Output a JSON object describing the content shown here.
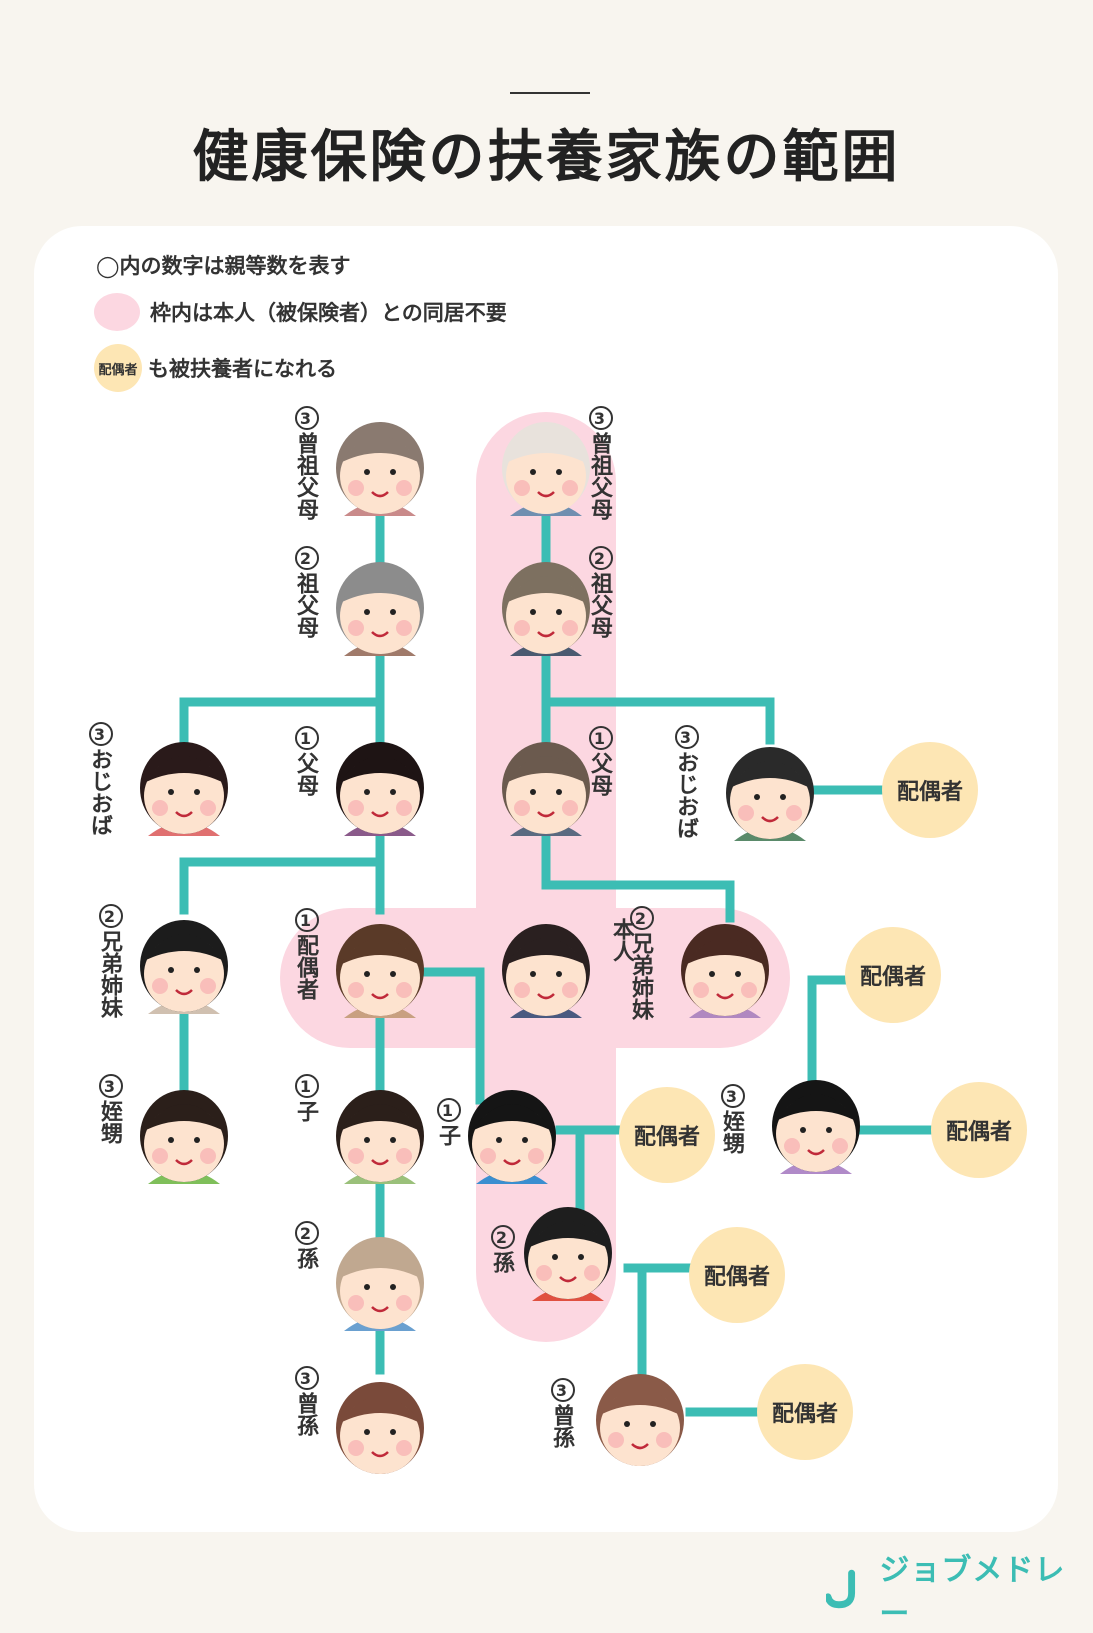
{
  "title": "健康保険の扶養家族の範囲",
  "legend": {
    "circle_note": "◯内の数字は親等数を表す",
    "pink_note": "枠内は本人（被保険者）との同居不要",
    "spouse_chip": "配偶者",
    "spouse_note": "も被扶養者になれる"
  },
  "colors": {
    "line": "#3cbdb4",
    "pink": "#fcd7e1",
    "yellow": "#fde6b4",
    "background": "#f8f5ef"
  },
  "people": [
    {
      "id": "ggp_left",
      "num": "③",
      "label": "曾祖父母",
      "icon": "great-grandmother-icon"
    },
    {
      "id": "ggp_right",
      "num": "③",
      "label": "曾祖父母",
      "icon": "great-grandfather-icon"
    },
    {
      "id": "gp_left",
      "num": "②",
      "label": "祖父母",
      "icon": "grandmother-icon"
    },
    {
      "id": "gp_right",
      "num": "②",
      "label": "祖父母",
      "icon": "grandfather-icon"
    },
    {
      "id": "aunt_left",
      "num": "③",
      "label": "おじおば",
      "icon": "aunt-icon"
    },
    {
      "id": "mother",
      "num": "①",
      "label": "父母",
      "icon": "mother-icon"
    },
    {
      "id": "father",
      "num": "①",
      "label": "父母",
      "icon": "father-icon"
    },
    {
      "id": "uncle_right",
      "num": "③",
      "label": "おじおば",
      "icon": "uncle-icon"
    },
    {
      "id": "brother",
      "num": "②",
      "label": "兄弟姉妹",
      "icon": "brother-icon"
    },
    {
      "id": "spouse",
      "num": "①",
      "label": "配偶者",
      "icon": "wife-icon"
    },
    {
      "id": "self",
      "num": "",
      "label": "本人",
      "icon": "self-icon"
    },
    {
      "id": "sister",
      "num": "②",
      "label": "兄弟姉妹",
      "icon": "sister-icon"
    },
    {
      "id": "niece_left",
      "num": "③",
      "label": "姪甥",
      "icon": "niece-icon"
    },
    {
      "id": "child_left",
      "num": "①",
      "label": "子",
      "icon": "son-icon"
    },
    {
      "id": "child_right",
      "num": "①",
      "label": "子",
      "icon": "daughter-icon"
    },
    {
      "id": "niece_right",
      "num": "③",
      "label": "姪甥",
      "icon": "niece-pigtails-icon"
    },
    {
      "id": "grandchild_left",
      "num": "②",
      "label": "孫",
      "icon": "grandson-icon"
    },
    {
      "id": "grandchild_right",
      "num": "②",
      "label": "孫",
      "icon": "grandson-spiky-icon"
    },
    {
      "id": "ggc_left",
      "num": "③",
      "label": "曾孫",
      "icon": "baby-icon"
    },
    {
      "id": "ggc_right",
      "num": "③",
      "label": "曾孫",
      "icon": "baby-girl-icon"
    }
  ],
  "spouse_bubbles": [
    "配偶者",
    "配偶者",
    "配偶者",
    "配偶者",
    "配偶者",
    "配偶者"
  ],
  "logo": {
    "text": "ジョブメドレー",
    "icon": "jobmedley-logo-icon"
  }
}
